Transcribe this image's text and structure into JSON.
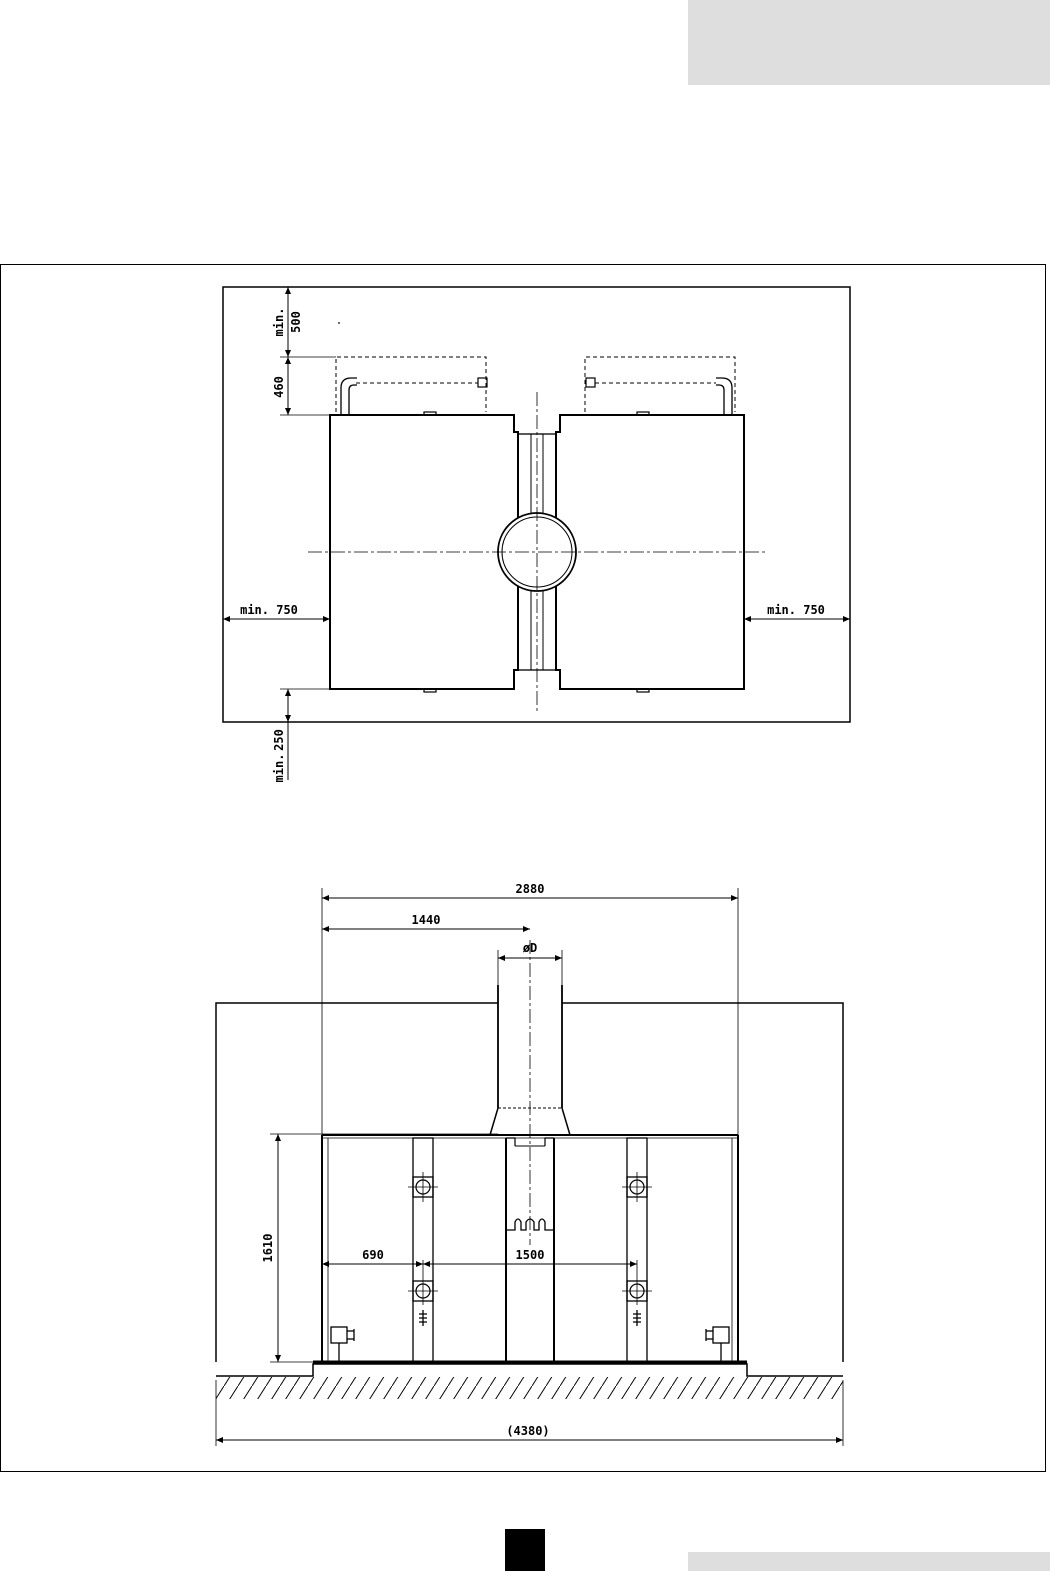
{
  "colors": {
    "ink": "#000000",
    "tab_gray": "#dedede",
    "background": "#ffffff"
  },
  "plan_view": {
    "min_500_prefix": "min.",
    "min_500_value": "500",
    "depth_460": "460",
    "clearance_left": "min. 750",
    "clearance_right": "min. 750",
    "min_250_prefix": "min.",
    "min_250_value": "250"
  },
  "front_view": {
    "overall_width": "2880",
    "half_width": "1440",
    "flue_diameter": "øD",
    "height": "1610",
    "offset_690": "690",
    "spacing_1500": "1500",
    "room_width": "(4380)"
  }
}
